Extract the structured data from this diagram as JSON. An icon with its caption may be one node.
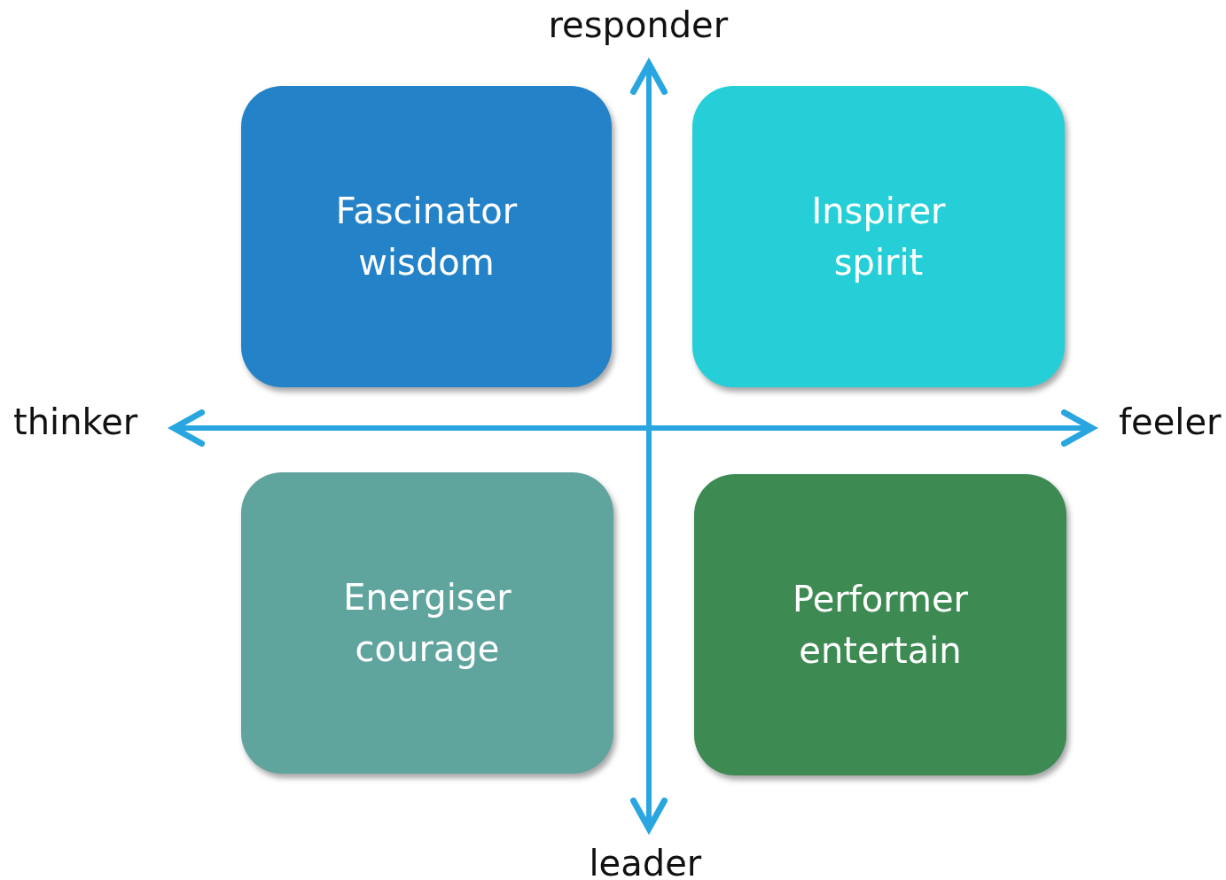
{
  "diagram": {
    "nodes": [
      {
        "text": [
          "Fascinator",
          "wisdom"
        ]
      },
      {
        "text": [
          "Inspirer",
          "spirit"
        ]
      },
      {
        "text": [
          "Energiser",
          "courage"
        ]
      },
      {
        "text": [
          "Performer",
          "entertain"
        ]
      }
    ],
    "labels": [
      "responder",
      "thinker",
      "feeler",
      "leader"
    ]
  }
}
